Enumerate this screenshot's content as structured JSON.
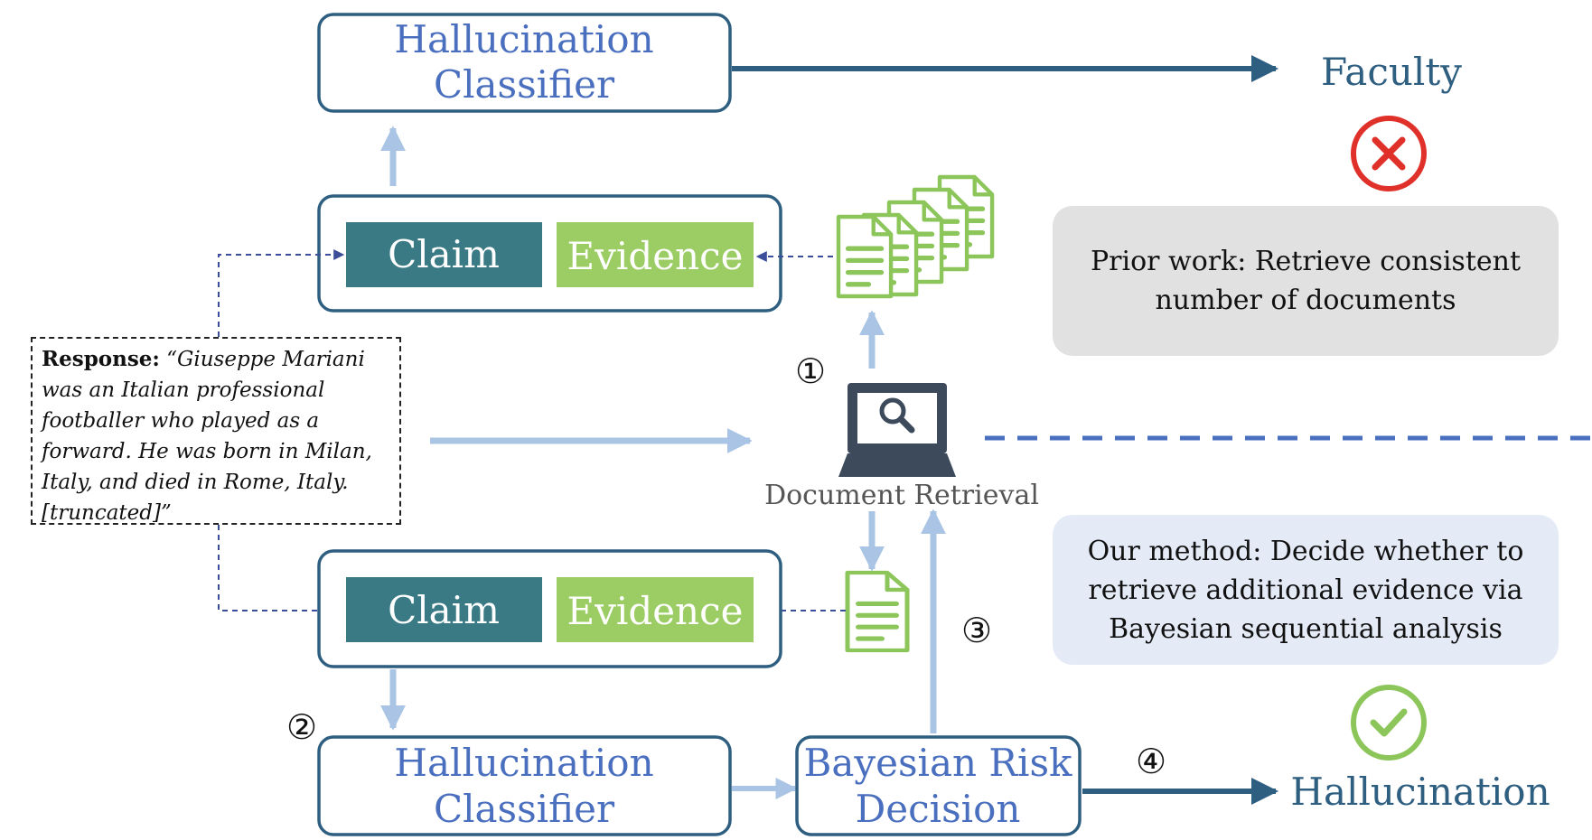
{
  "top": {
    "classifier_line1": "Hallucination",
    "classifier_line2": "Classifier",
    "claim": "Claim",
    "evidence": "Evidence",
    "output_label": "Faculty"
  },
  "bottom": {
    "claim": "Claim",
    "evidence": "Evidence",
    "classifier_line1": "Hallucination",
    "classifier_line2": "Classifier",
    "decision_line1": "Bayesian Risk",
    "decision_line2": "Decision",
    "output_label": "Hallucination"
  },
  "response": {
    "label": "Response:",
    "text_line1": "“Giuseppe Mariani",
    "text_line2": "was an Italian professional",
    "text_line3": "footballer who played as a",
    "text_line4": "forward. He was born in Milan,",
    "text_line5": "Italy, and died in Rome, Italy.",
    "text_line6": "[truncated]”"
  },
  "retrieval": {
    "label": "Document Retrieval"
  },
  "steps": {
    "step1": "①",
    "step2": "②",
    "step3": "③",
    "step4": "④"
  },
  "notes": {
    "prior_line1": "Prior work: Retrieve consistent",
    "prior_line2": "number of documents",
    "ours_line1": "Our method: Decide whether to",
    "ours_line2": "retrieve additional evidence via",
    "ours_line3": "Bayesian sequential analysis"
  },
  "colors": {
    "box_border": "#2e5e80",
    "classifier_text": "#4a6fbf",
    "claim_fill": "#3a7a85",
    "evidence_fill": "#9ccd64",
    "light_arrow": "#a9c4e4",
    "dark_arrow": "#2e5e80",
    "doc_green": "#8cc65a",
    "wrong_red": "#e0302a",
    "check_green": "#8cc65a",
    "laptop": "#3d4a5c",
    "dashed_divider": "#4a6fbf"
  },
  "icons": {
    "laptop": "laptop-search-icon",
    "docs": "document-stack-icon",
    "doc": "document-icon",
    "wrong": "x-circle-icon",
    "right": "check-circle-icon"
  }
}
